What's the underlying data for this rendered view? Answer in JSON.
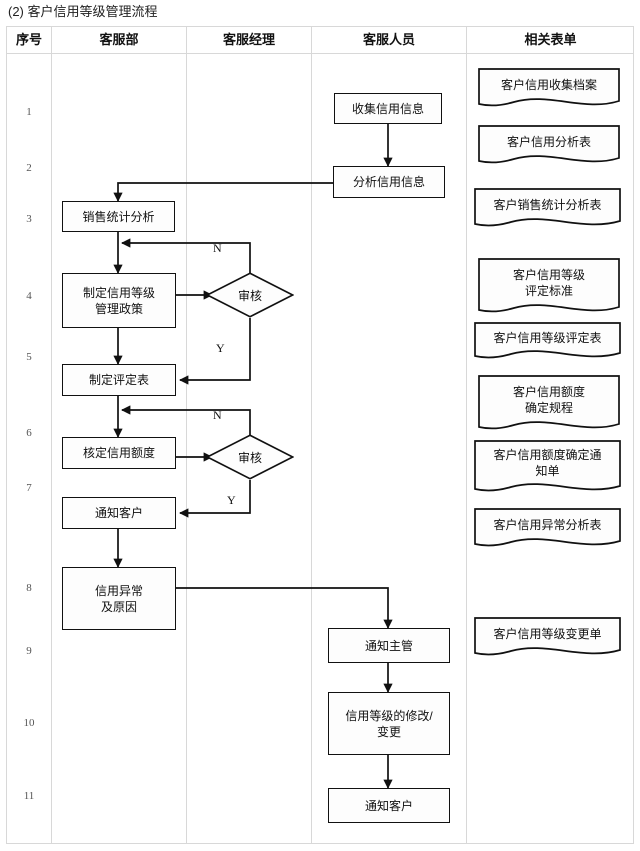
{
  "title": "(2) 客户信用等级管理流程",
  "table": {
    "columns": [
      {
        "key": "seq",
        "label": "序号"
      },
      {
        "key": "dept",
        "label": "客服部"
      },
      {
        "key": "mgr",
        "label": "客服经理"
      },
      {
        "key": "staff",
        "label": "客服人员"
      },
      {
        "key": "forms",
        "label": "相关表单"
      }
    ],
    "row_numbers": [
      "1",
      "2",
      "3",
      "4",
      "5",
      "6",
      "7",
      "8",
      "9",
      "10",
      "11"
    ]
  },
  "nodes": {
    "collect_info": {
      "label": "收集信用信息"
    },
    "analyze_info": {
      "label": "分析信用信息"
    },
    "sales_stats": {
      "label": "销售统计分析"
    },
    "credit_policy": {
      "label": "制定信用等级\n管理政策"
    },
    "rating_table": {
      "label": "制定评定表"
    },
    "verify_limit": {
      "label": "核定信用额度"
    },
    "notify_customer": {
      "label": "通知客户"
    },
    "abnormal": {
      "label": "信用异常\n及原因"
    },
    "notify_super": {
      "label": "通知主管"
    },
    "change_grade": {
      "label": "信用等级的修改/\n变更"
    },
    "notify_customer2": {
      "label": "通知客户"
    }
  },
  "decisions": {
    "review1": {
      "label": "审核",
      "yes": "Y",
      "no": "N"
    },
    "review2": {
      "label": "审核",
      "yes": "Y",
      "no": "N"
    }
  },
  "forms": [
    {
      "label": "客户信用收集档案"
    },
    {
      "label": "客户信用分析表"
    },
    {
      "label": "客户销售统计分析表"
    },
    {
      "label": "客户信用等级\n评定标准"
    },
    {
      "label": "客户信用等级评定表"
    },
    {
      "label": "客户信用额度\n确定规程"
    },
    {
      "label": "客户信用额度确定通\n知单"
    },
    {
      "label": "客户信用异常分析表"
    },
    {
      "label": "客户信用等级变更单"
    }
  ],
  "colors": {
    "stroke": "#111111",
    "grid": "#d8d8d8",
    "background": "#ffffff",
    "text": "#111111"
  }
}
